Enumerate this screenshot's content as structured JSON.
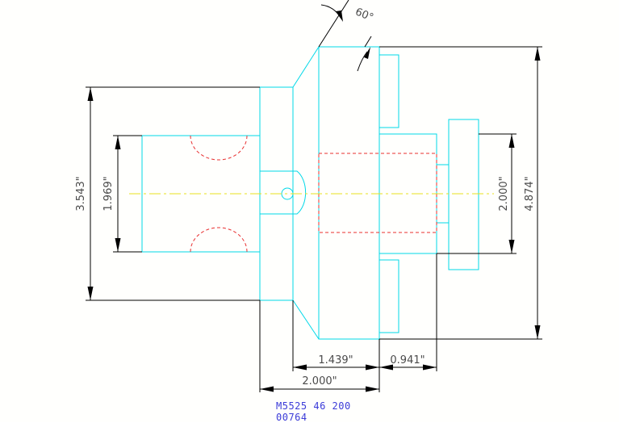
{
  "drawing": {
    "dimensions": {
      "angle": "60°",
      "overall_height_left": "3.543\"",
      "shank_diameter": "1.969\"",
      "pilot_diameter": "2.000\"",
      "overall_height_right": "4.874\"",
      "flange_length": "1.439\"",
      "pilot_length": "0.941\"",
      "body_length": "2.000\""
    },
    "part_number": "M5525 46 200",
    "drawing_number": "00764"
  },
  "colors": {
    "geometry": "#00d8e8",
    "hidden_lines": "#e83030",
    "center_line": "#e8e020",
    "dimension_lines": "#000000",
    "part_label": "#3b3bd8"
  }
}
